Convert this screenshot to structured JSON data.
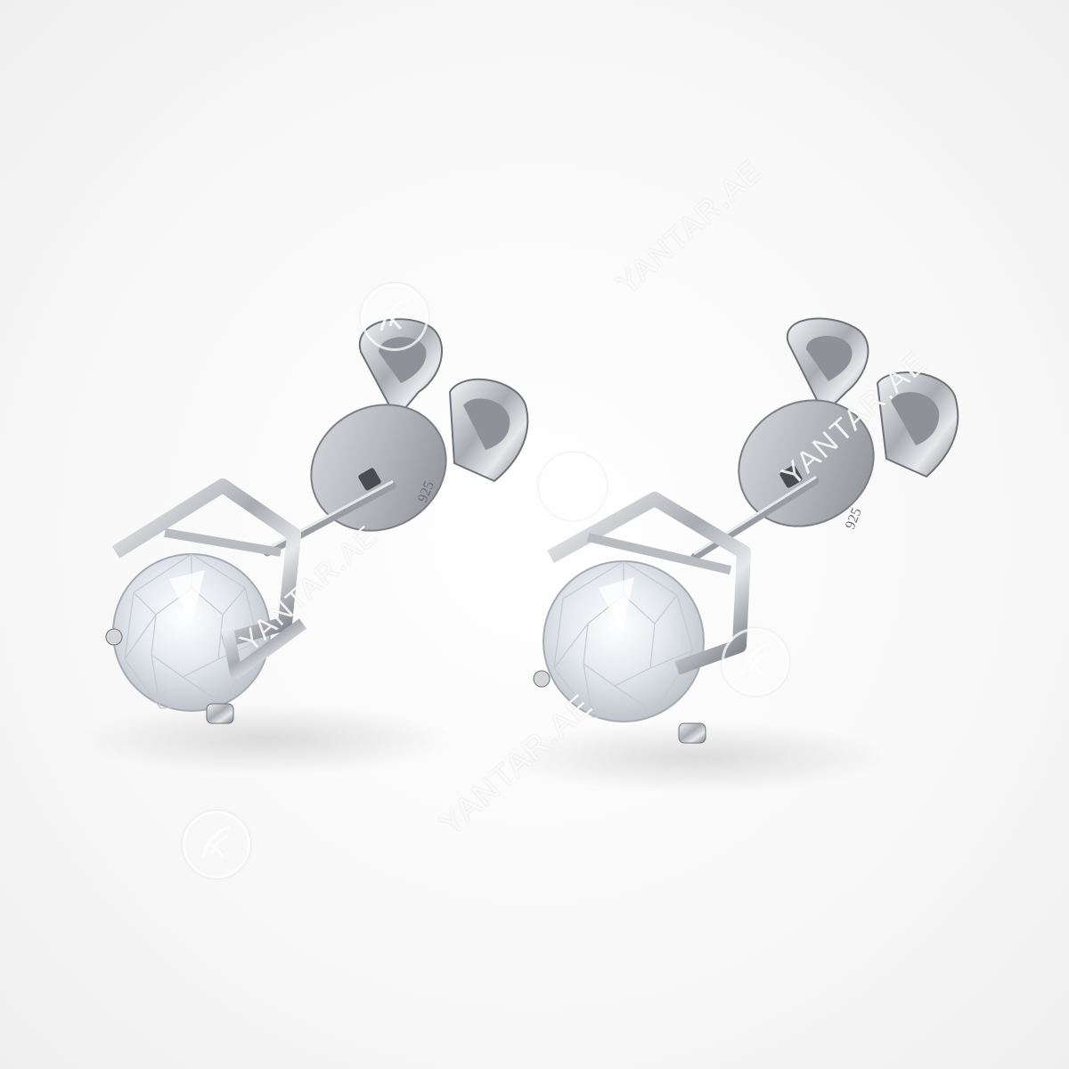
{
  "photo": {
    "subject": "earrings",
    "hallmark_left": "925",
    "hallmark_right": "925"
  },
  "watermarks": {
    "text": "YANTAR.AE",
    "logo_icon": "leaf-monogram-icon"
  },
  "colors": {
    "background": "#f8f8f8",
    "metal": "#c9cbcf",
    "metal_dark": "#7c7f85",
    "stone": "#eef1f5"
  }
}
